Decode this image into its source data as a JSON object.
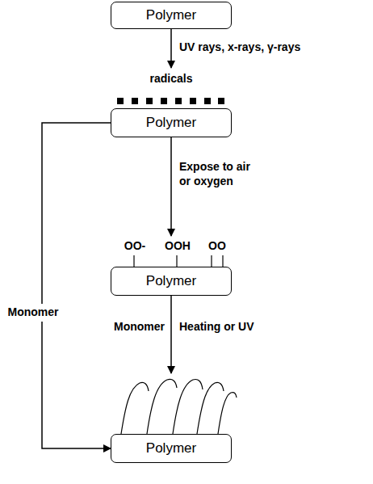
{
  "diagram": {
    "nodes": [
      {
        "text": [
          "Polymer"
        ]
      },
      {
        "text": [
          "Polymer"
        ]
      },
      {
        "text": [
          "Polymer"
        ]
      },
      {
        "text": [
          "Polymer"
        ]
      }
    ],
    "edges": [
      {
        "from": 0,
        "to": 1,
        "label": "UV rays, x-rays, γ-rays",
        "arrow": "to"
      },
      {
        "from": 1,
        "to": 2,
        "label": "Expose to air or oxygen",
        "arrow": "to"
      },
      {
        "from": 2,
        "to": 3,
        "label": "Heating or UV",
        "arrow": "to"
      },
      {
        "from": 1,
        "to": 3,
        "label": "Monomer",
        "arrow": "to"
      }
    ],
    "labels": [
      "radicals",
      "OO-",
      "OOH",
      "OO",
      "Monomer"
    ]
  }
}
